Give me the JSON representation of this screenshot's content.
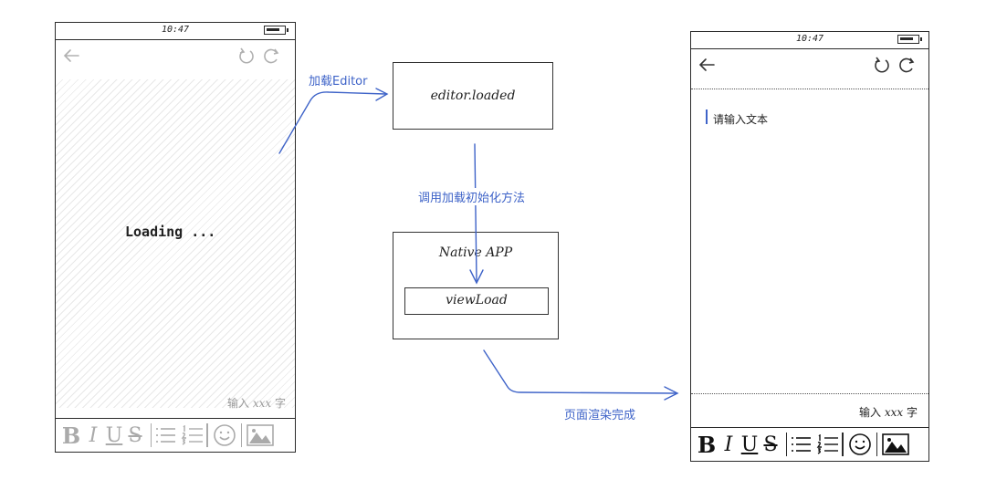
{
  "phone_left": {
    "time": "10:47",
    "loading_text": "Loading ...",
    "count_prefix": "输入",
    "count_value": "xxx",
    "count_suffix": "字",
    "toolbar": {
      "bold": "B",
      "italic": "I",
      "underline": "U",
      "strike": "S"
    },
    "icons": [
      "battery-icon",
      "back-arrow-icon",
      "undo-icon",
      "redo-icon",
      "bullet-list-icon",
      "numbered-list-icon",
      "emoji-icon",
      "image-icon"
    ]
  },
  "phone_right": {
    "time": "10:47",
    "placeholder": "请输入文本",
    "count_prefix": "输入",
    "count_value": "xxx",
    "count_suffix": "字",
    "toolbar": {
      "bold": "B",
      "italic": "I",
      "underline": "U",
      "strike": "S"
    }
  },
  "boxes": {
    "editor_loaded": "editor.loaded",
    "native_app": "Native APP",
    "view_load": "viewLoad"
  },
  "arrows": {
    "load_editor": "加载Editor",
    "call_init": "调用加载初始化方法",
    "render_done": "页面渲染完成"
  },
  "colors": {
    "accent": "#3e63c8",
    "stroke": "#2a2a2a",
    "hatch": "#e8e8e8"
  }
}
